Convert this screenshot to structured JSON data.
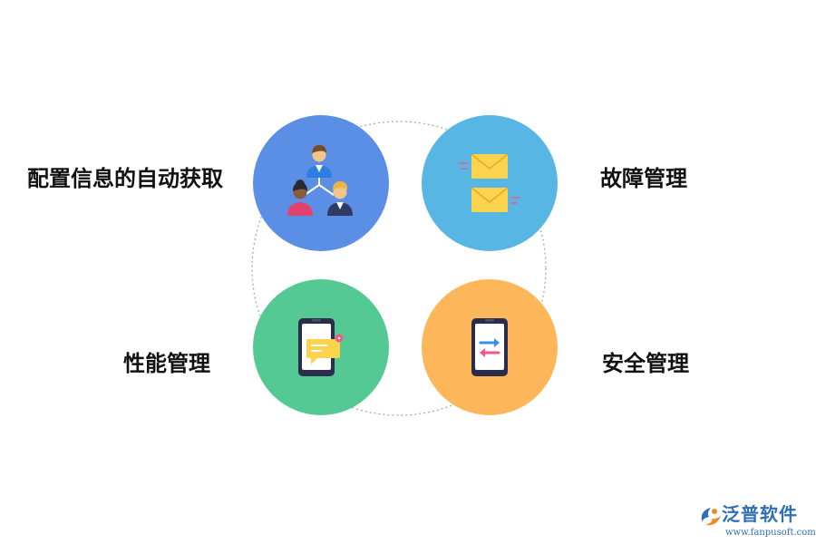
{
  "items": [
    {
      "label": "配置信息的自动获取",
      "color": "#5b8fe6",
      "icon": "people-network-icon"
    },
    {
      "label": "故障管理",
      "color": "#57b6e4",
      "icon": "envelopes-icon"
    },
    {
      "label": "性能管理",
      "color": "#55c994",
      "icon": "phone-message-icon"
    },
    {
      "label": "安全管理",
      "color": "#fdb75a",
      "icon": "phone-transfer-icon"
    }
  ],
  "logo": {
    "name": "泛普软件",
    "url": "www.fanpusoft.com",
    "color": "#2f6fb4"
  }
}
